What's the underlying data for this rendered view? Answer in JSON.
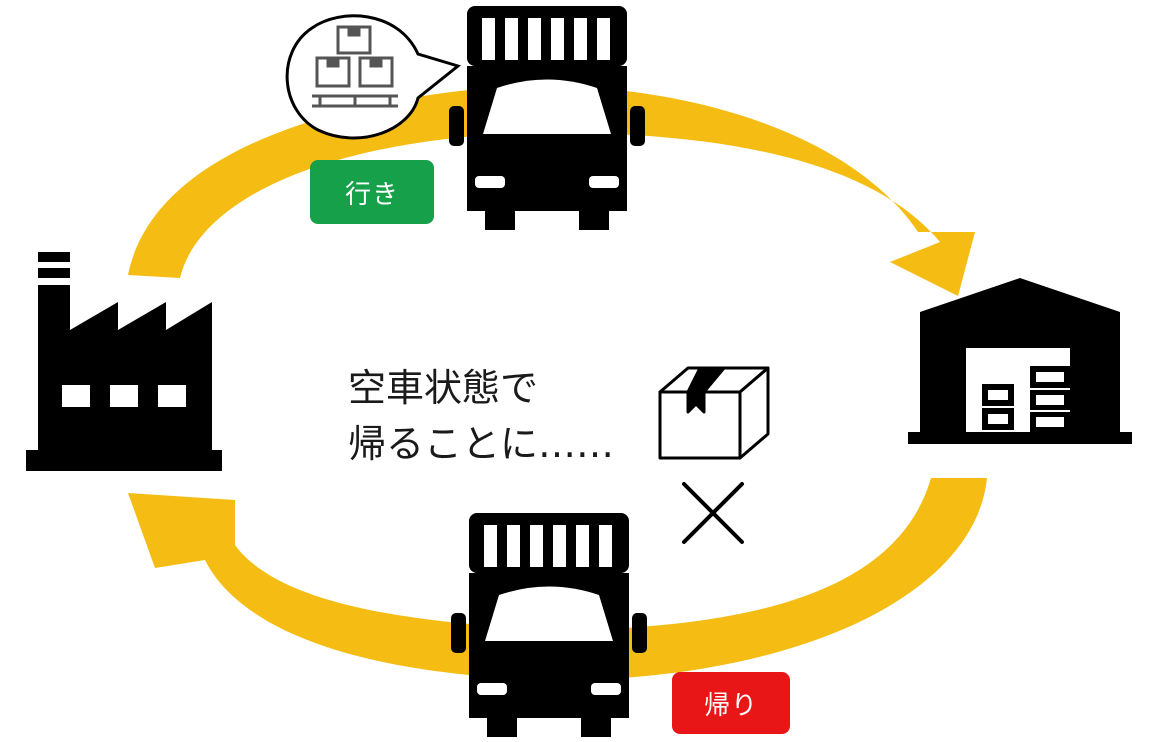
{
  "labels": {
    "outbound": "行き",
    "return": "帰り"
  },
  "caption": {
    "line1": "空車状態で",
    "line2": "帰ることに……"
  },
  "colors": {
    "arrow_light": "#f5bd13",
    "arrow_dark": "#b8900e",
    "outbound_badge": "#17a04a",
    "return_badge": "#e81616",
    "icon": "#000000"
  },
  "icons": {
    "factory": "factory-icon",
    "warehouse": "warehouse-icon",
    "truck_outbound": "truck-icon",
    "truck_return": "truck-icon",
    "cargo": "stacked-boxes-icon",
    "empty_box": "box-icon",
    "cross": "cross-icon"
  }
}
